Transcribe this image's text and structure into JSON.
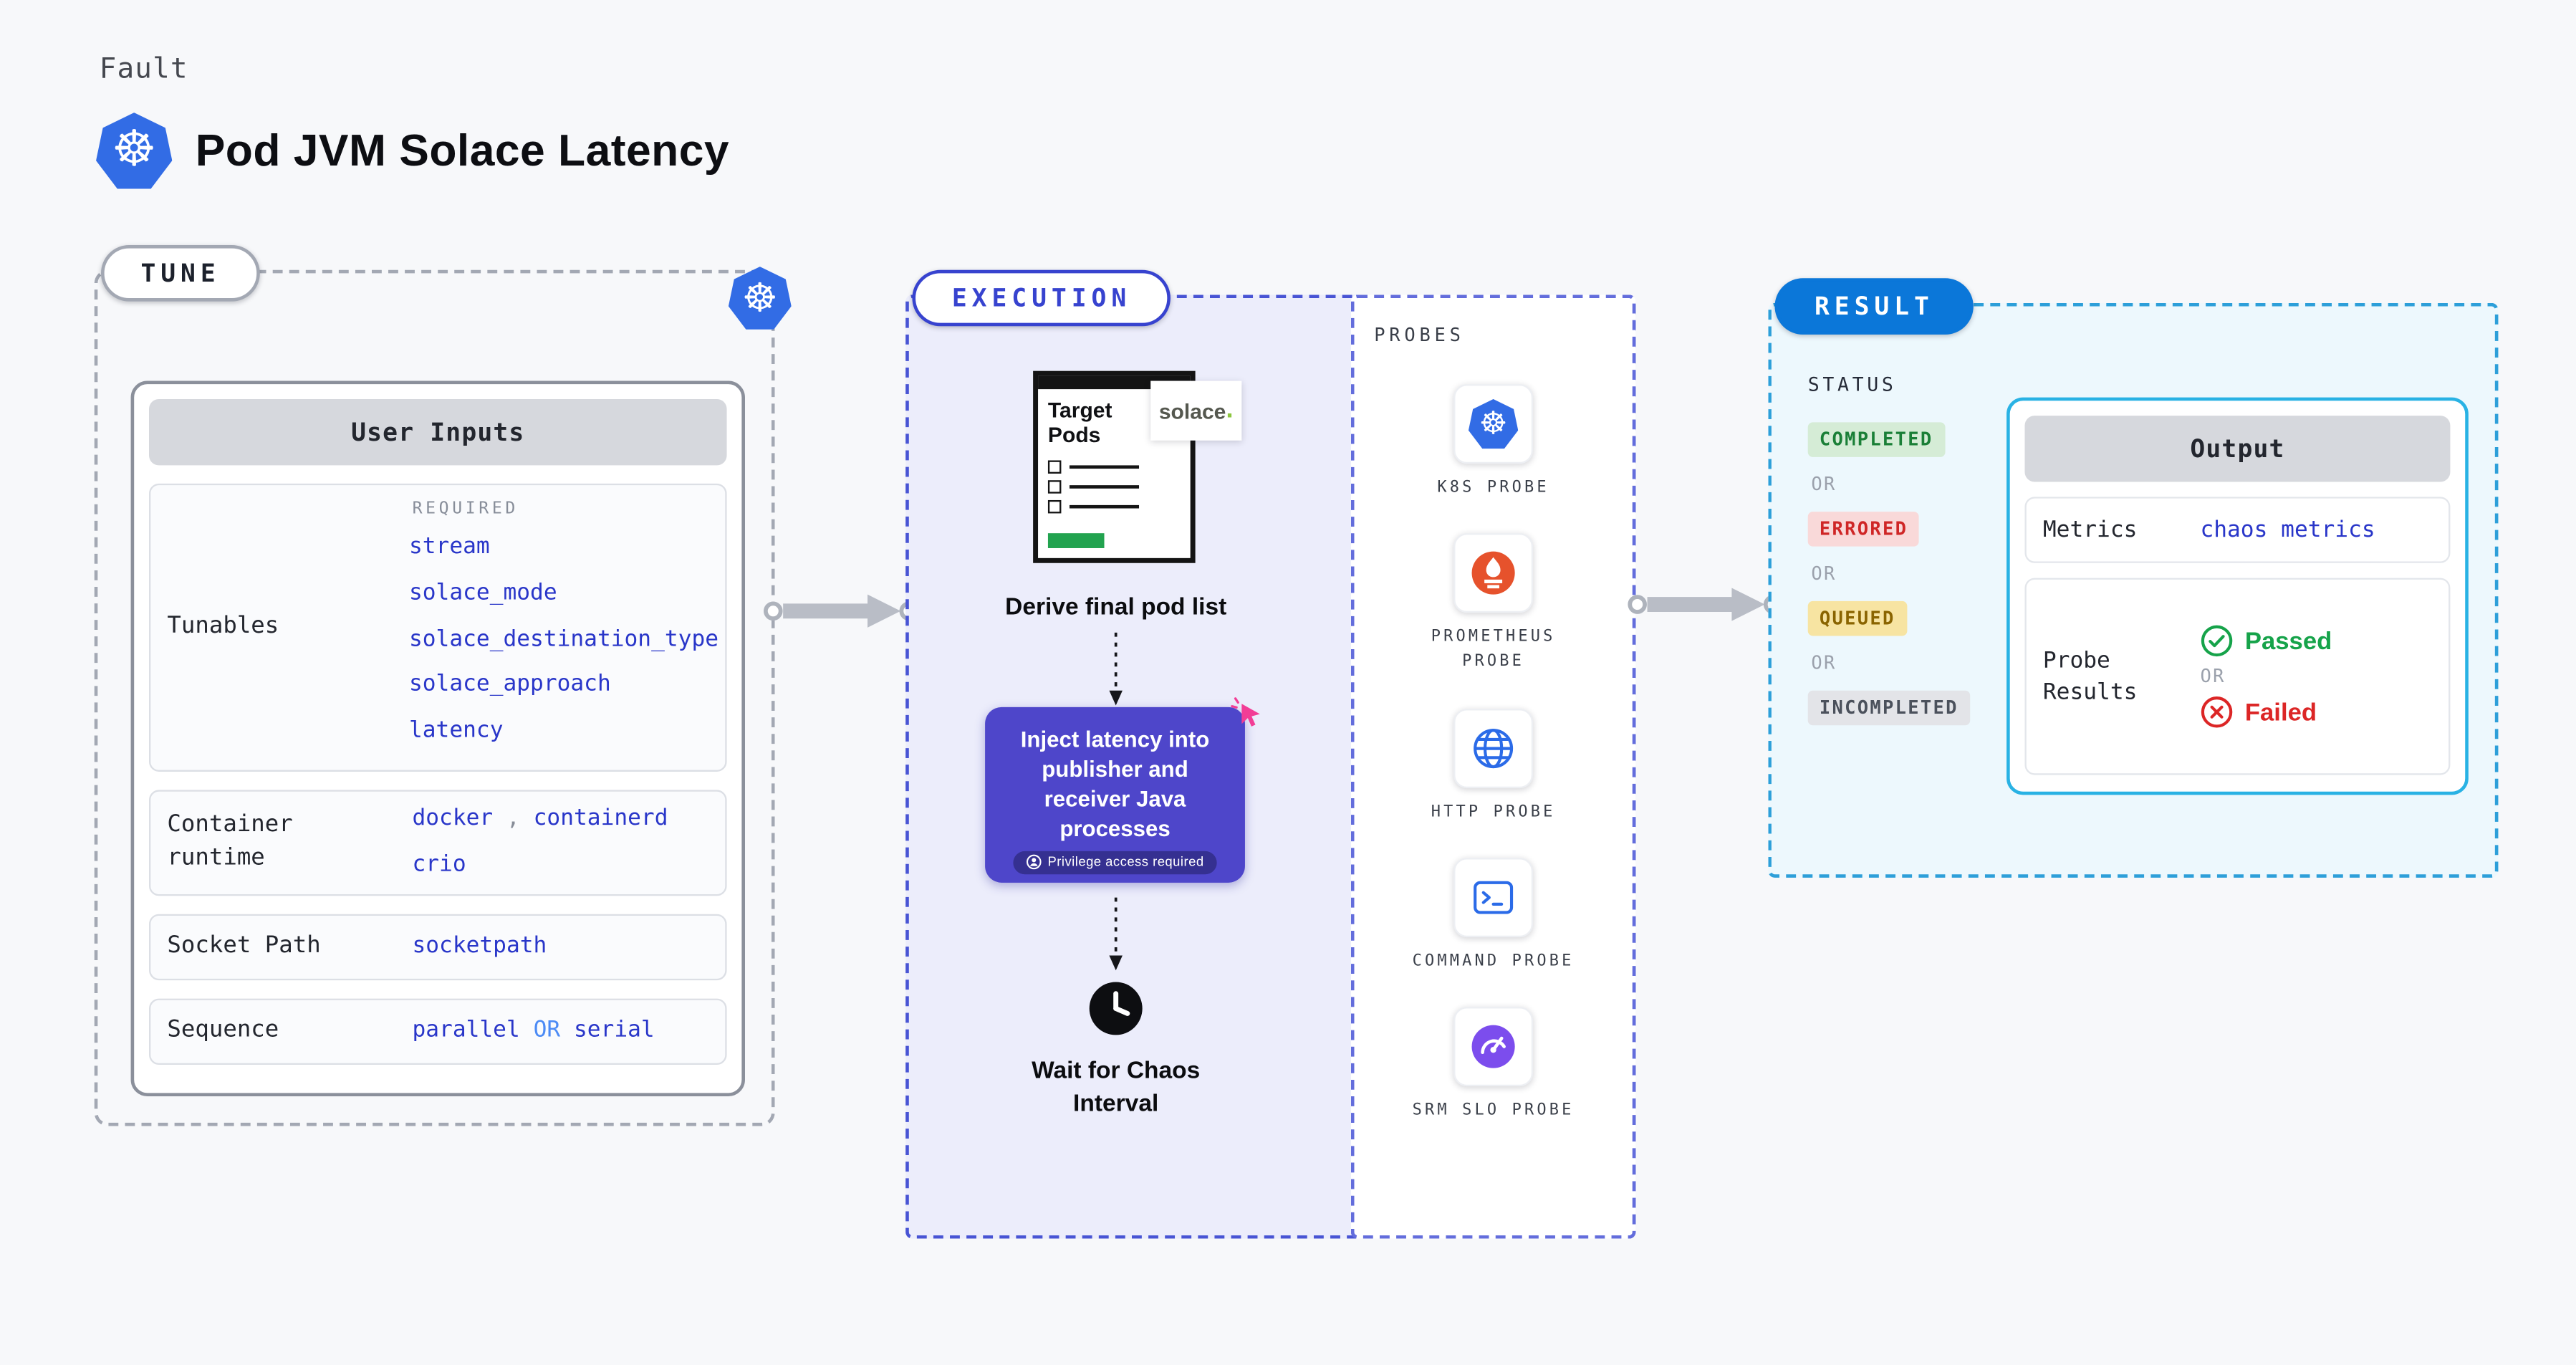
{
  "header": {
    "kind": "Fault",
    "title": "Pod JVM Solace Latency"
  },
  "tune": {
    "pill": "TUNE",
    "card": {
      "title": "User Inputs",
      "tunables": {
        "label": "Tunables",
        "required": "REQUIRED",
        "values": [
          "stream",
          "solace_mode",
          "solace_destination_type",
          "solace_approach",
          "latency"
        ]
      },
      "runtime": {
        "label": "Container runtime",
        "value1": "docker",
        "sep": ",",
        "value2": "containerd",
        "value3": "crio"
      },
      "socket": {
        "label": "Socket Path",
        "value": "socketpath"
      },
      "sequence": {
        "label": "Sequence",
        "value1": "parallel",
        "or": "OR",
        "value2": "serial"
      }
    }
  },
  "execution": {
    "pill": "EXECUTION",
    "window": {
      "title": "Target Pods",
      "logo": "solace",
      "logo_dot": "."
    },
    "derive_step": "Derive final pod list",
    "inject": {
      "text": "Inject latency into publisher and receiver Java processes",
      "badge": "Privilege access required"
    },
    "wait_step": "Wait for Chaos Interval"
  },
  "probes": {
    "label": "PROBES",
    "items": [
      {
        "label": "K8S PROBE",
        "icon": "kubernetes-icon"
      },
      {
        "label": "PROMETHEUS PROBE",
        "icon": "prometheus-icon"
      },
      {
        "label": "HTTP PROBE",
        "icon": "globe-icon"
      },
      {
        "label": "COMMAND PROBE",
        "icon": "terminal-icon"
      },
      {
        "label": "SRM SLO PROBE",
        "icon": "gauge-icon"
      }
    ]
  },
  "result": {
    "pill": "RESULT",
    "status": {
      "label": "STATUS",
      "completed": "COMPLETED",
      "errored": "ERRORED",
      "queued": "QUEUED",
      "incompleted": "INCOMPLETED",
      "or": "OR"
    },
    "output": {
      "title": "Output",
      "metrics_label": "Metrics",
      "metrics_value": "chaos metrics",
      "probe_results_label": "Probe Results",
      "passed": "Passed",
      "or": "OR",
      "failed": "Failed"
    }
  },
  "icons": {
    "kubernetes_glyph": "☸"
  },
  "colors": {
    "k8s_blue": "#326ce5",
    "indigo": "#4e46ca",
    "execution_blue": "#3743cf",
    "result_blue": "#0b77d9",
    "output_cyan": "#29b2e4",
    "value_blue": "#2936c9",
    "prometheus_orange": "#e6522c",
    "http_blue": "#2b6be8",
    "srm_purple": "#7c4ded",
    "success": "#16a34a",
    "error": "#dc2626"
  }
}
